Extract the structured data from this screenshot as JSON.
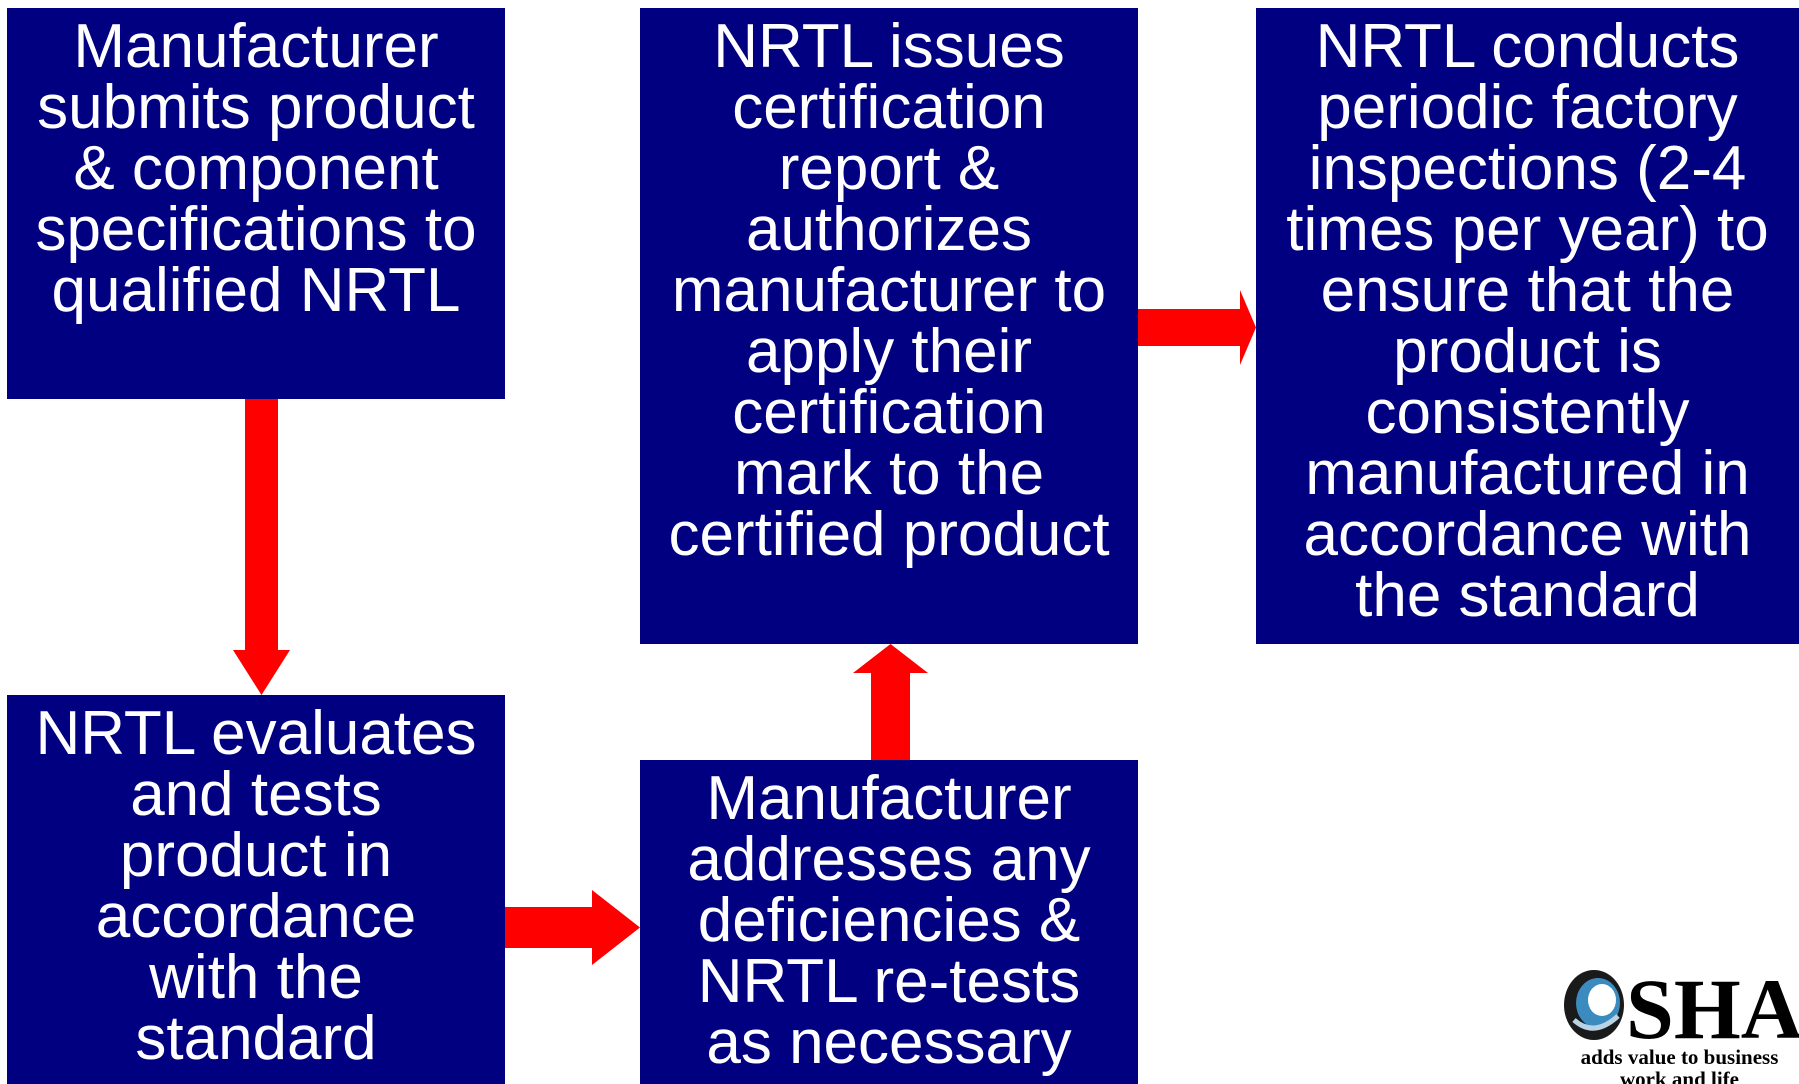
{
  "diagram": {
    "box_color": "#000080",
    "text_color": "#ffffff",
    "arrow_color": "#ff0000",
    "boxes": [
      {
        "id": "submit",
        "text": "Manufacturer\nsubmits product\n& component\nspecifications to\nqualified NRTL"
      },
      {
        "id": "issue",
        "text": "NRTL issues\ncertification\nreport &\nauthorizes\nmanufacturer to\napply their\ncertification\nmark to the\ncertified product"
      },
      {
        "id": "inspect",
        "text": "NRTL conducts\nperiodic factory\ninspections (2-4\ntimes per year) to\nensure that the\nproduct is\nconsistently\nmanufactured in\naccordance with\nthe standard"
      },
      {
        "id": "evaluate",
        "text": "NRTL evaluates\nand tests\nproduct in\naccordance\nwith  the\nstandard"
      },
      {
        "id": "address",
        "text": "Manufacturer\naddresses any\ndeficiencies &\nNRTL re-tests\nas necessary"
      }
    ]
  },
  "logo": {
    "wordmark": "OSHA",
    "tagline": "adds value to business\nwork and life"
  }
}
